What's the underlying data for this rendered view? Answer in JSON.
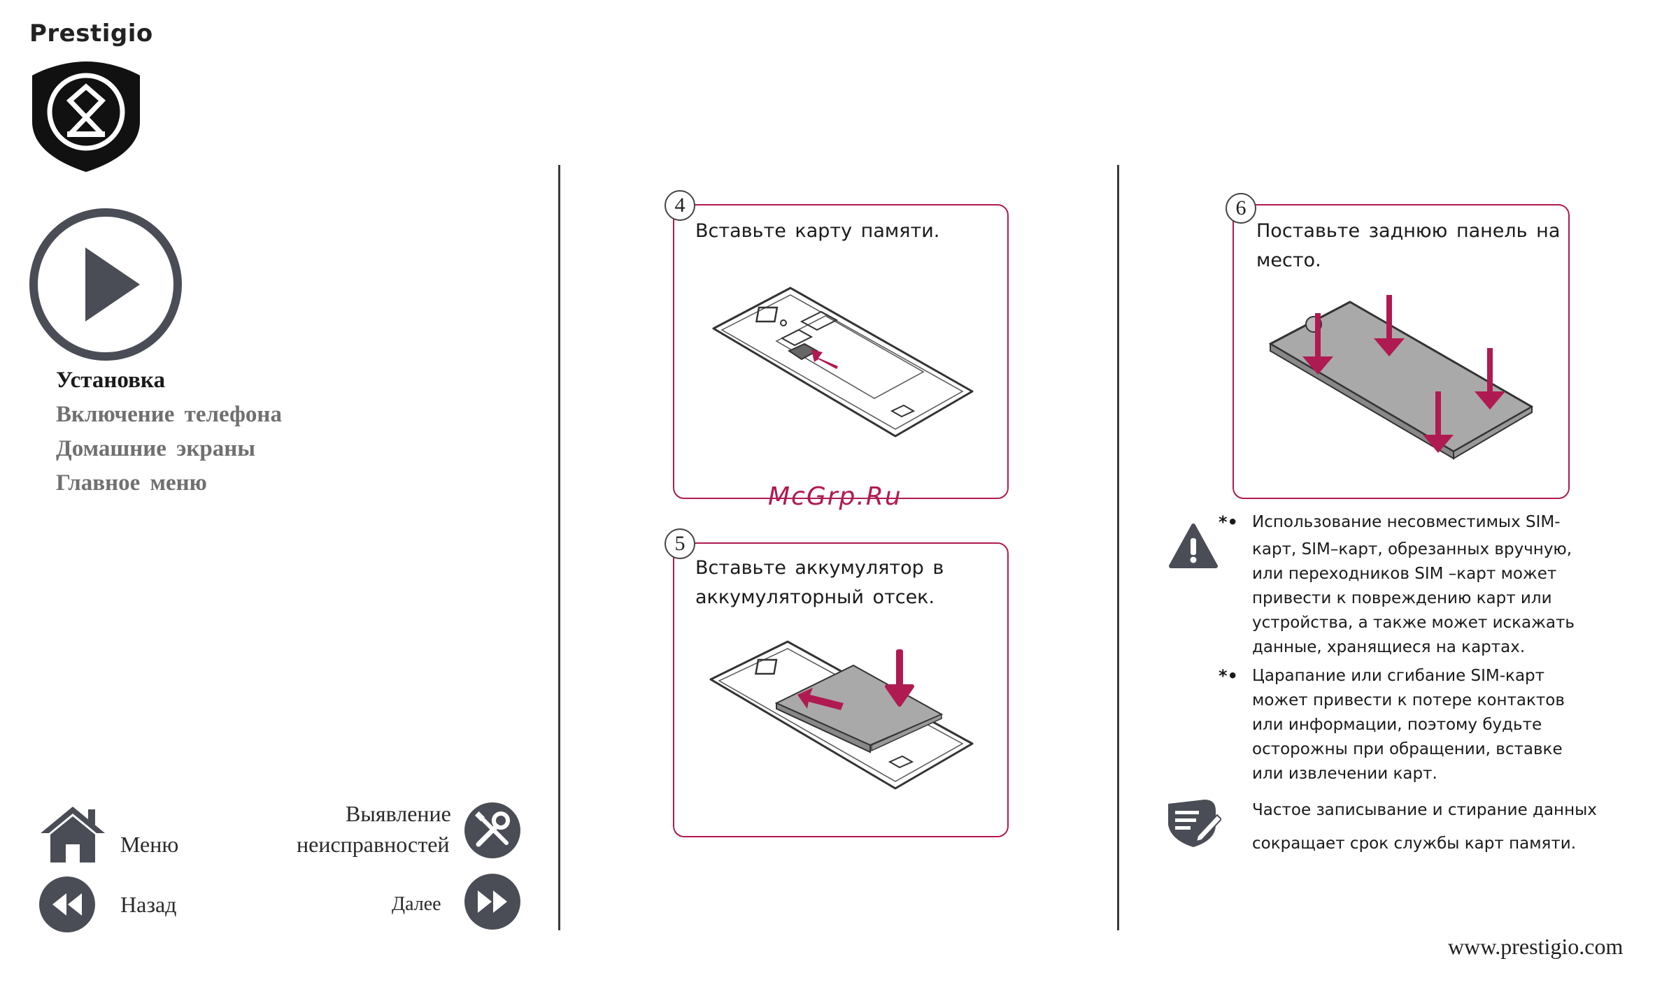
{
  "brand": "Prestigio",
  "nav": {
    "items": [
      {
        "label": "Установка",
        "active": true
      },
      {
        "label": "Включение телефона",
        "active": false
      },
      {
        "label": "Домашние экраны",
        "active": false
      },
      {
        "label": "Главное меню",
        "active": false
      }
    ]
  },
  "buttons": {
    "menu": "Меню",
    "back": "Назад",
    "troubleshoot_line1": "Выявление",
    "troubleshoot_line2": "неисправностей",
    "next": "Далее"
  },
  "steps": [
    {
      "number": "4",
      "text": "Вставьте карту памяти."
    },
    {
      "number": "5",
      "text_line1": "Вставьте аккумулятор в",
      "text_line2": "аккумуляторный отсек."
    },
    {
      "number": "6",
      "text_line1": "Поставьте заднюю панель на",
      "text_line2": "место."
    }
  ],
  "watermark": "McGrp.Ru",
  "warnings": [
    {
      "bullet": "*•",
      "lines": [
        "Использование несовместимых SIM-",
        "карт, SIM–карт, обрезанных вручную,",
        "или переходников SIM –карт может",
        "привести к повреждению карт или",
        "устройства, а также может искажать",
        "данные, хранящиеся на картах."
      ]
    },
    {
      "bullet": "*•",
      "lines": [
        "Царапание или сгибание SIM-карт",
        "может привести к потере контактов",
        "или информации, поэтому будьте",
        "осторожны при обращении, вставке",
        "или извлечении карт."
      ]
    }
  ],
  "note": {
    "line1": "Частое записывание и стирание данных",
    "line2": "сокращает срок службы карт памяти."
  },
  "footer": "www.prestigio.com",
  "colors": {
    "accent": "#b01a52",
    "icon": "#4a4d56",
    "arrow": "#b01a52"
  }
}
